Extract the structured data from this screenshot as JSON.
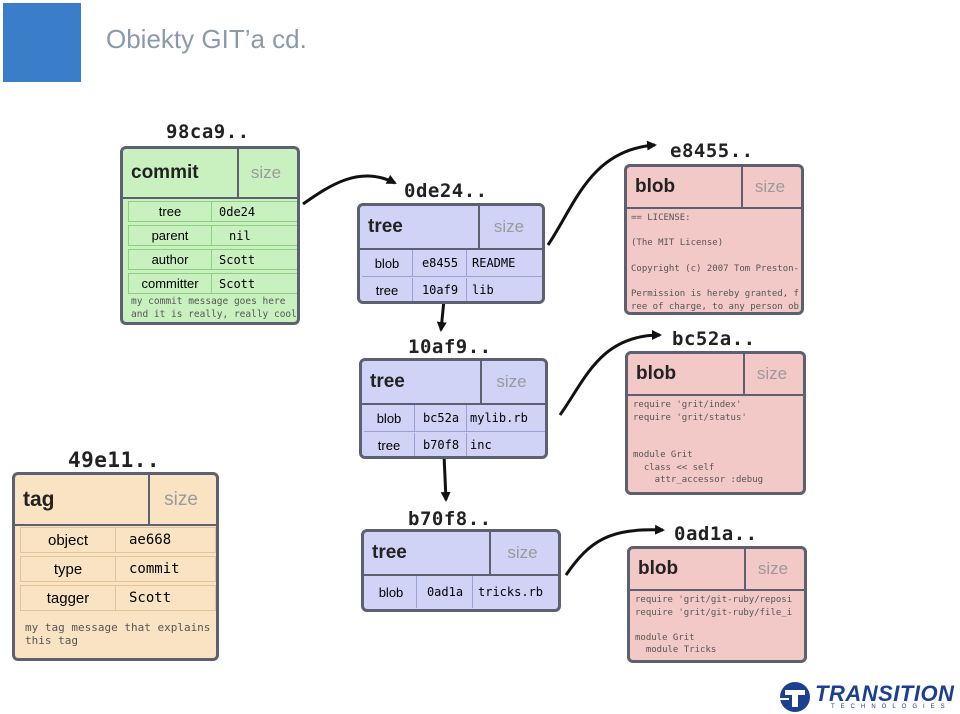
{
  "slide": {
    "title": "Obiekty GIT’a cd."
  },
  "commit": {
    "hash": "98ca9..",
    "type": "commit",
    "size_label": "size",
    "fields": [
      {
        "key": "tree",
        "value": "0de24"
      },
      {
        "key": "parent",
        "value": "nil"
      },
      {
        "key": "author",
        "value": "Scott"
      },
      {
        "key": "committer",
        "value": "Scott"
      }
    ],
    "message_lines": [
      "my commit message goes here",
      "and it is really, really cool"
    ]
  },
  "tag": {
    "hash": "49e11..",
    "type": "tag",
    "size_label": "size",
    "fields": [
      {
        "key": "object",
        "value": "ae668"
      },
      {
        "key": "type",
        "value": "commit"
      },
      {
        "key": "tagger",
        "value": "Scott"
      }
    ],
    "message_lines": [
      "my tag message that explains",
      "this tag"
    ]
  },
  "trees": [
    {
      "hash": "0de24..",
      "type": "tree",
      "size_label": "size",
      "entries": [
        {
          "kind": "blob",
          "sha": "e8455",
          "name": "README"
        },
        {
          "kind": "tree",
          "sha": "10af9",
          "name": "lib"
        }
      ]
    },
    {
      "hash": "10af9..",
      "type": "tree",
      "size_label": "size",
      "entries": [
        {
          "kind": "blob",
          "sha": "bc52a",
          "name": "mylib.rb"
        },
        {
          "kind": "tree",
          "sha": "b70f8",
          "name": "inc"
        }
      ]
    },
    {
      "hash": "b70f8..",
      "type": "tree",
      "size_label": "size",
      "entries": [
        {
          "kind": "blob",
          "sha": "0ad1a",
          "name": "tricks.rb"
        }
      ]
    }
  ],
  "blobs": [
    {
      "hash": "e8455..",
      "type": "blob",
      "size_label": "size",
      "lines": [
        "== LICENSE:",
        "",
        "(The MIT License)",
        "",
        "Copyright (c) 2007 Tom Preston-",
        "",
        "Permission is hereby granted, f",
        "ree of charge, to any person ob"
      ]
    },
    {
      "hash": "bc52a..",
      "type": "blob",
      "size_label": "size",
      "lines": [
        "require 'grit/index'",
        "require 'grit/status'",
        "",
        "",
        "module Grit",
        "  class << self",
        "    attr_accessor :debug"
      ]
    },
    {
      "hash": "0ad1a..",
      "type": "blob",
      "size_label": "size",
      "lines": [
        "require 'grit/git-ruby/reposi",
        "require 'grit/git-ruby/file_i",
        "",
        "module Grit",
        "  module Tricks"
      ]
    }
  ],
  "logo": {
    "brand": "TRANSITION",
    "sub": "TECHNOLOGIES"
  },
  "colors": {
    "commit": "#c9f1c0",
    "tree": "#d0d3f5",
    "blob": "#f2c9c7",
    "tag": "#fae3c3",
    "border": "#5d6070",
    "accent": "#3a7dc9",
    "brand": "#1c3f8f"
  }
}
